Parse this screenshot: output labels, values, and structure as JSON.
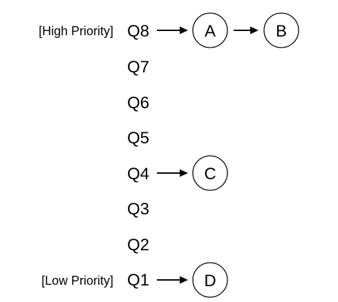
{
  "priority_labels": {
    "high": "[High Priority]",
    "low": "[Low Priority]"
  },
  "queues": [
    {
      "label": "Q8",
      "jobs": [
        "A",
        "B"
      ]
    },
    {
      "label": "Q7",
      "jobs": []
    },
    {
      "label": "Q6",
      "jobs": []
    },
    {
      "label": "Q5",
      "jobs": []
    },
    {
      "label": "Q4",
      "jobs": [
        "C"
      ]
    },
    {
      "label": "Q3",
      "jobs": []
    },
    {
      "label": "Q2",
      "jobs": []
    },
    {
      "label": "Q1",
      "jobs": [
        "D"
      ]
    }
  ]
}
